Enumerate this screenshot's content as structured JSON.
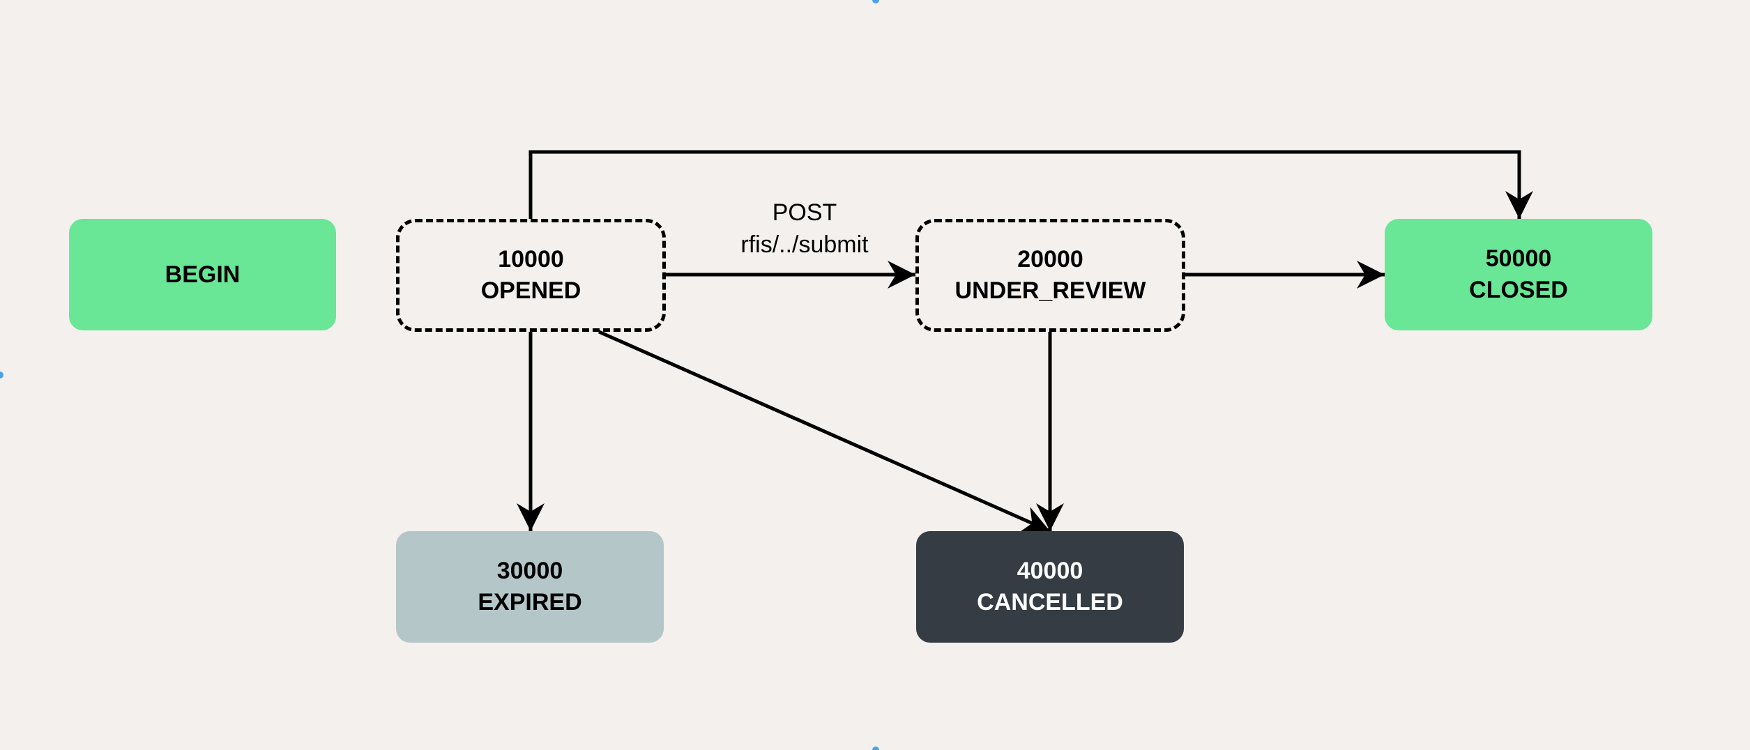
{
  "diagram": {
    "nodes": {
      "begin": {
        "lines": [
          "BEGIN"
        ]
      },
      "opened": {
        "lines": [
          "10000",
          "OPENED"
        ]
      },
      "under_review": {
        "lines": [
          "20000",
          "UNDER_REVIEW"
        ]
      },
      "closed": {
        "lines": [
          "50000",
          "CLOSED"
        ]
      },
      "expired": {
        "lines": [
          "30000",
          "EXPIRED"
        ]
      },
      "cancelled": {
        "lines": [
          "40000",
          "CANCELLED"
        ]
      }
    },
    "edges": [
      {
        "from": "opened",
        "to": "under_review",
        "label": [
          "POST",
          "rfis/../submit"
        ]
      },
      {
        "from": "opened",
        "to": "closed",
        "label": []
      },
      {
        "from": "under_review",
        "to": "closed",
        "label": []
      },
      {
        "from": "opened",
        "to": "expired",
        "label": []
      },
      {
        "from": "opened",
        "to": "cancelled",
        "label": []
      },
      {
        "from": "under_review",
        "to": "cancelled",
        "label": []
      }
    ],
    "colors": {
      "background": "#f3f0ed",
      "terminal_green": "#69e696",
      "expired_grey": "#b4c6c8",
      "cancelled_dark": "#363c43",
      "line": "#000000"
    }
  }
}
